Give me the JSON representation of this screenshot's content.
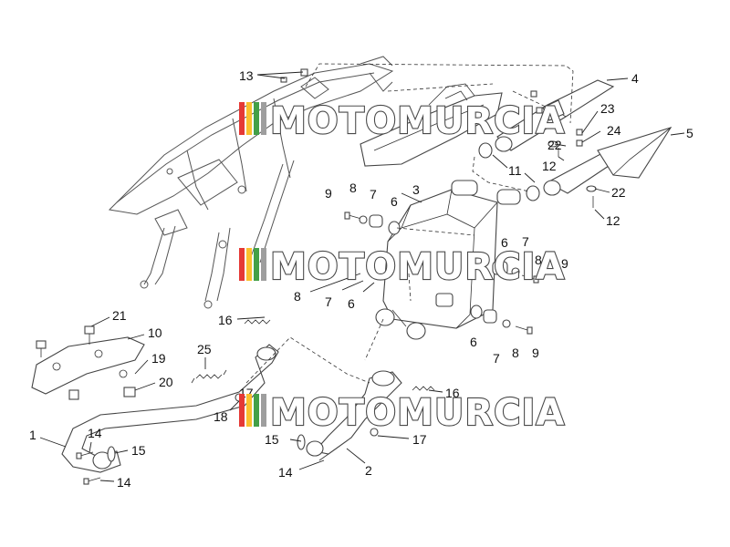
{
  "diagram": {
    "callouts": [
      {
        "id": "c13",
        "label": "13"
      },
      {
        "id": "c4",
        "label": "4"
      },
      {
        "id": "c23",
        "label": "23"
      },
      {
        "id": "c24",
        "label": "24"
      },
      {
        "id": "c22a",
        "label": "22"
      },
      {
        "id": "c12a",
        "label": "12"
      },
      {
        "id": "c5",
        "label": "5"
      },
      {
        "id": "c11",
        "label": "11"
      },
      {
        "id": "c22b",
        "label": "22"
      },
      {
        "id": "c12b",
        "label": "12"
      },
      {
        "id": "c3",
        "label": "3"
      },
      {
        "id": "c9a",
        "label": "9"
      },
      {
        "id": "c8a",
        "label": "8"
      },
      {
        "id": "c7a",
        "label": "7"
      },
      {
        "id": "c6a",
        "label": "6"
      },
      {
        "id": "c6b",
        "label": "6"
      },
      {
        "id": "c7b",
        "label": "7"
      },
      {
        "id": "c8b",
        "label": "8"
      },
      {
        "id": "c9b",
        "label": "9"
      },
      {
        "id": "c8c",
        "label": "8"
      },
      {
        "id": "c7c",
        "label": "7"
      },
      {
        "id": "c6c",
        "label": "6"
      },
      {
        "id": "c6d",
        "label": "6"
      },
      {
        "id": "c7d",
        "label": "7"
      },
      {
        "id": "c8d",
        "label": "8"
      },
      {
        "id": "c9c",
        "label": "9"
      },
      {
        "id": "c16a",
        "label": "16"
      },
      {
        "id": "c21",
        "label": "21"
      },
      {
        "id": "c10",
        "label": "10"
      },
      {
        "id": "c25",
        "label": "25"
      },
      {
        "id": "c19",
        "label": "19"
      },
      {
        "id": "c20",
        "label": "20"
      },
      {
        "id": "c17a",
        "label": "17"
      },
      {
        "id": "c18",
        "label": "18"
      },
      {
        "id": "c16b",
        "label": "16"
      },
      {
        "id": "c1",
        "label": "1"
      },
      {
        "id": "c14a",
        "label": "14"
      },
      {
        "id": "c15a",
        "label": "15"
      },
      {
        "id": "c14b",
        "label": "14"
      },
      {
        "id": "c15b",
        "label": "15"
      },
      {
        "id": "c17b",
        "label": "17"
      },
      {
        "id": "c14c",
        "label": "14"
      },
      {
        "id": "c2",
        "label": "2"
      }
    ]
  },
  "watermark": {
    "text": "MOTOMURCIA",
    "stripe_colors": [
      "#e53935",
      "#fbc02d",
      "#43a047",
      "#9e9e9e"
    ]
  }
}
